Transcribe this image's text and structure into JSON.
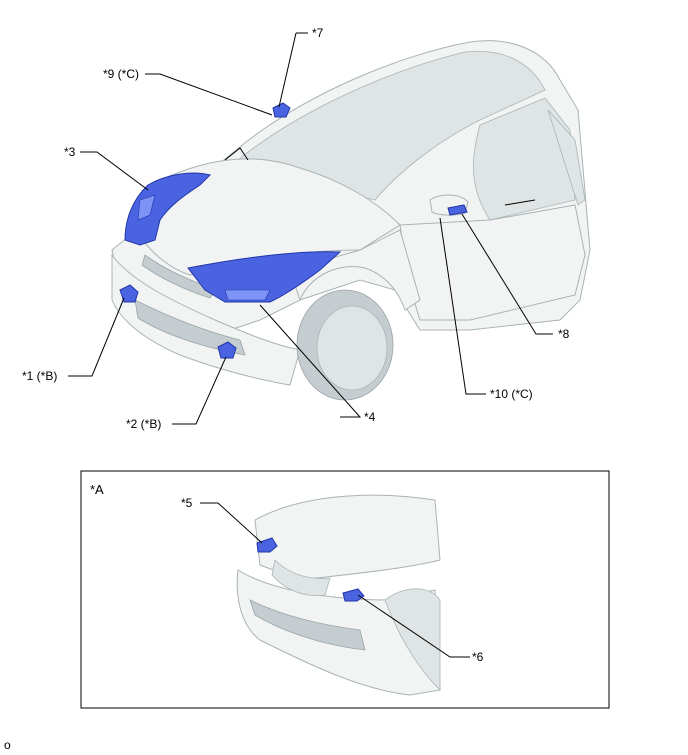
{
  "callouts": {
    "c1": "*1 (*B)",
    "c2": "*2 (*B)",
    "c3": "*3",
    "c4": "*4",
    "c5": "*5",
    "c6": "*6",
    "c7": "*7",
    "c8": "*8",
    "c9": "*9 (*C)",
    "c10": "*10 (*C)"
  },
  "inset": {
    "label": "*A"
  },
  "footer": {
    "code": "o"
  },
  "colors": {
    "highlight_part": "#4a63e0",
    "vehicle_body": "#f2f4f4",
    "outline": "#000000"
  }
}
